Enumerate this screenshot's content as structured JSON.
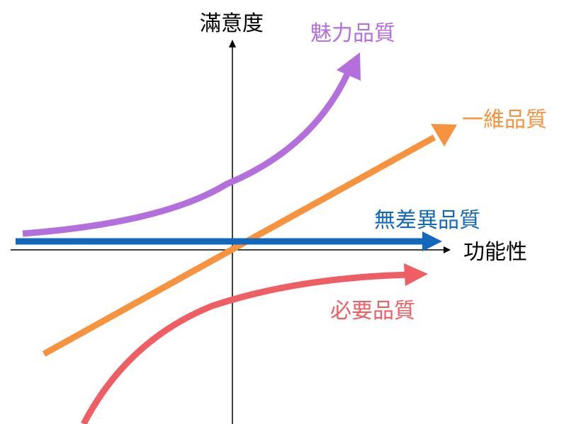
{
  "diagram": {
    "axes": {
      "x_label": "功能性",
      "y_label": "滿意度"
    },
    "curves": [
      {
        "id": "attractive",
        "label": "魅力品質",
        "color": "#b36fdc"
      },
      {
        "id": "one_dimensional",
        "label": "一維品質",
        "color": "#f7923e"
      },
      {
        "id": "indifferent",
        "label": "無差異品質",
        "color": "#1268bd"
      },
      {
        "id": "must_be",
        "label": "必要品質",
        "color": "#ef5e63"
      }
    ],
    "axis_color": "#000000"
  }
}
